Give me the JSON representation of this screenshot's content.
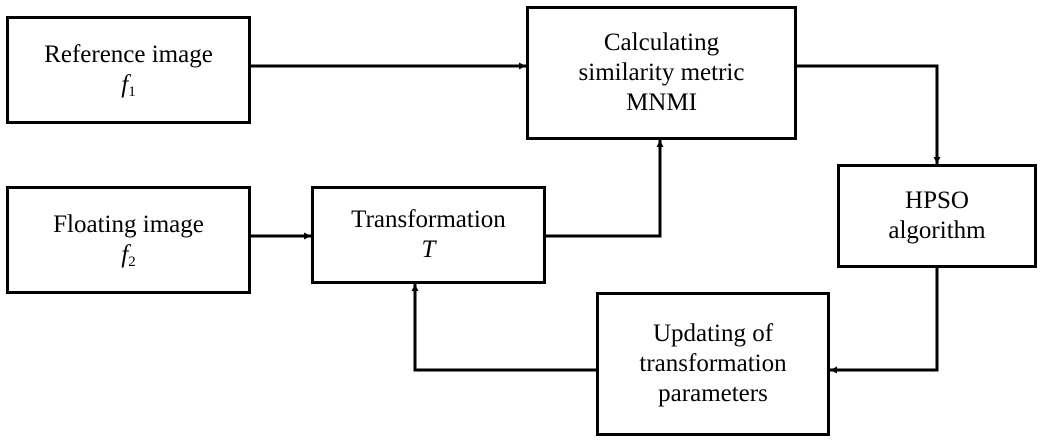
{
  "nodes": {
    "reference": {
      "label": "Reference image",
      "symbol": "f",
      "subscript": "1"
    },
    "floating": {
      "label": "Floating image",
      "symbol": "f",
      "subscript": "2"
    },
    "transformation": {
      "label": "Transformation",
      "symbol": "T"
    },
    "similarity": {
      "line1": "Calculating",
      "line2": "similarity metric",
      "line3": "MNMI"
    },
    "hpso": {
      "line1": "HPSO",
      "line2": "algorithm"
    },
    "updating": {
      "line1": "Updating of",
      "line2": "transformation",
      "line3": "parameters"
    }
  },
  "edges": [
    {
      "from": "reference",
      "to": "similarity"
    },
    {
      "from": "floating",
      "to": "transformation"
    },
    {
      "from": "transformation",
      "to": "similarity"
    },
    {
      "from": "similarity",
      "to": "hpso"
    },
    {
      "from": "hpso",
      "to": "updating"
    },
    {
      "from": "updating",
      "to": "transformation"
    }
  ]
}
